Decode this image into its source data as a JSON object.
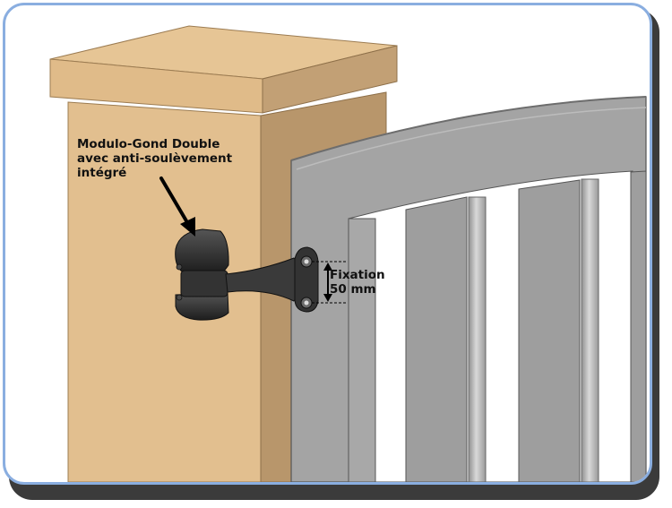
{
  "hinge_callout": {
    "line1": "Modulo-Gond Double",
    "line2": "avec anti-soulèvement",
    "line3": "intégré"
  },
  "fixation_callout": {
    "line1": "Fixation",
    "line2": "50 mm"
  },
  "colors": {
    "frame_border": "#8aaee0",
    "post_front": "#e2bf8f",
    "post_side": "#b8966b",
    "post_cap_top": "#e6c595",
    "gate_frame": "#a4a4a4",
    "gate_picket": "#9e9e9e",
    "gate_bar": "#b9b9b9",
    "hinge": "#2b2b2b"
  }
}
